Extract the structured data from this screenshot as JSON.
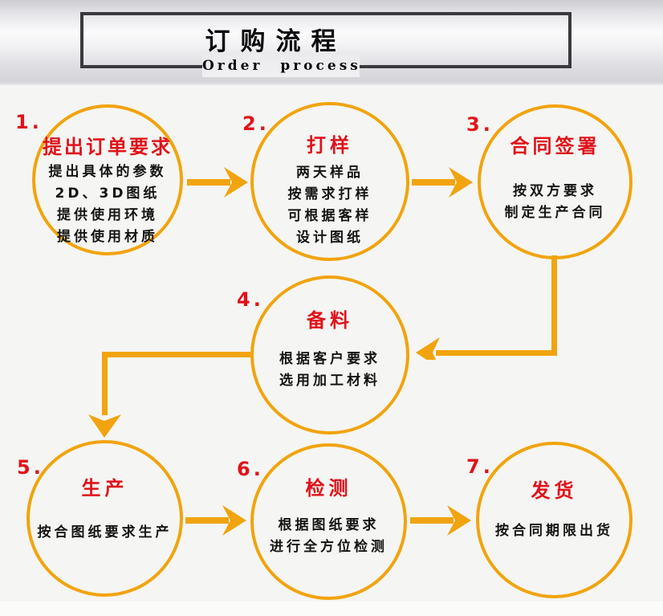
{
  "header": {
    "title": "订购流程",
    "subtitle": "Order process"
  },
  "colors": {
    "accent_gold": "#f1a40e",
    "accent_red": "#e0121a",
    "text_black": "#141414",
    "box_border_dark": "#3a3a3e",
    "page_background": "#f5f5f3"
  },
  "steps": [
    {
      "number": "1.",
      "title": "提出订单要求",
      "lines": [
        "提出具体的参数",
        "2D、3D图纸",
        "提供使用环境",
        "提供使用材质"
      ]
    },
    {
      "number": "2.",
      "title": "打样",
      "lines": [
        "两天样品",
        "按需求打样",
        "可根据客样",
        "设计图纸"
      ]
    },
    {
      "number": "3.",
      "title": "合同签署",
      "lines": [
        "按双方要求",
        "制定生产合同"
      ]
    },
    {
      "number": "4.",
      "title": "备料",
      "lines": [
        "根据客户要求",
        "选用加工材料"
      ]
    },
    {
      "number": "5.",
      "title": "生产",
      "lines": [
        "按合图纸要求生产"
      ]
    },
    {
      "number": "6.",
      "title": "检测",
      "lines": [
        "根据图纸要求",
        "进行全方位检测"
      ]
    },
    {
      "number": "7.",
      "title": "发货",
      "lines": [
        "按合同期限出货"
      ]
    }
  ],
  "flow": {
    "connections": [
      "step1->step2",
      "step2->step3",
      "step3->step4",
      "step4->step5",
      "step5->step6",
      "step6->step7"
    ]
  }
}
